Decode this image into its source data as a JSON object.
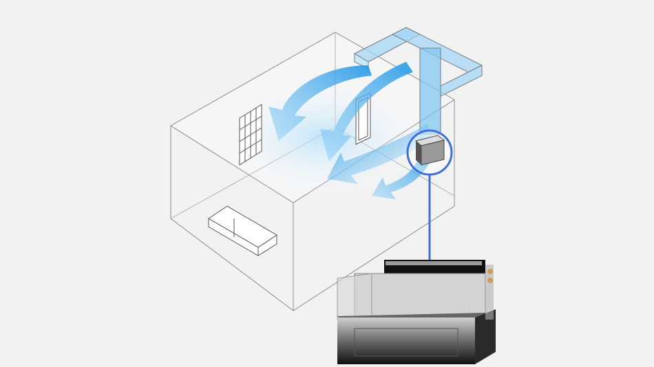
{
  "colors": {
    "background": "#f2f2f2",
    "airflow": "#3aa8e8",
    "highlight_ring": "#3b6fe0",
    "line": "#8a8a8a",
    "unit_dark": "#1c1c1c"
  },
  "icons": [
    "house-outline",
    "window",
    "door",
    "sofa",
    "duct",
    "indoor-unit",
    "ducted-ac-unit"
  ]
}
